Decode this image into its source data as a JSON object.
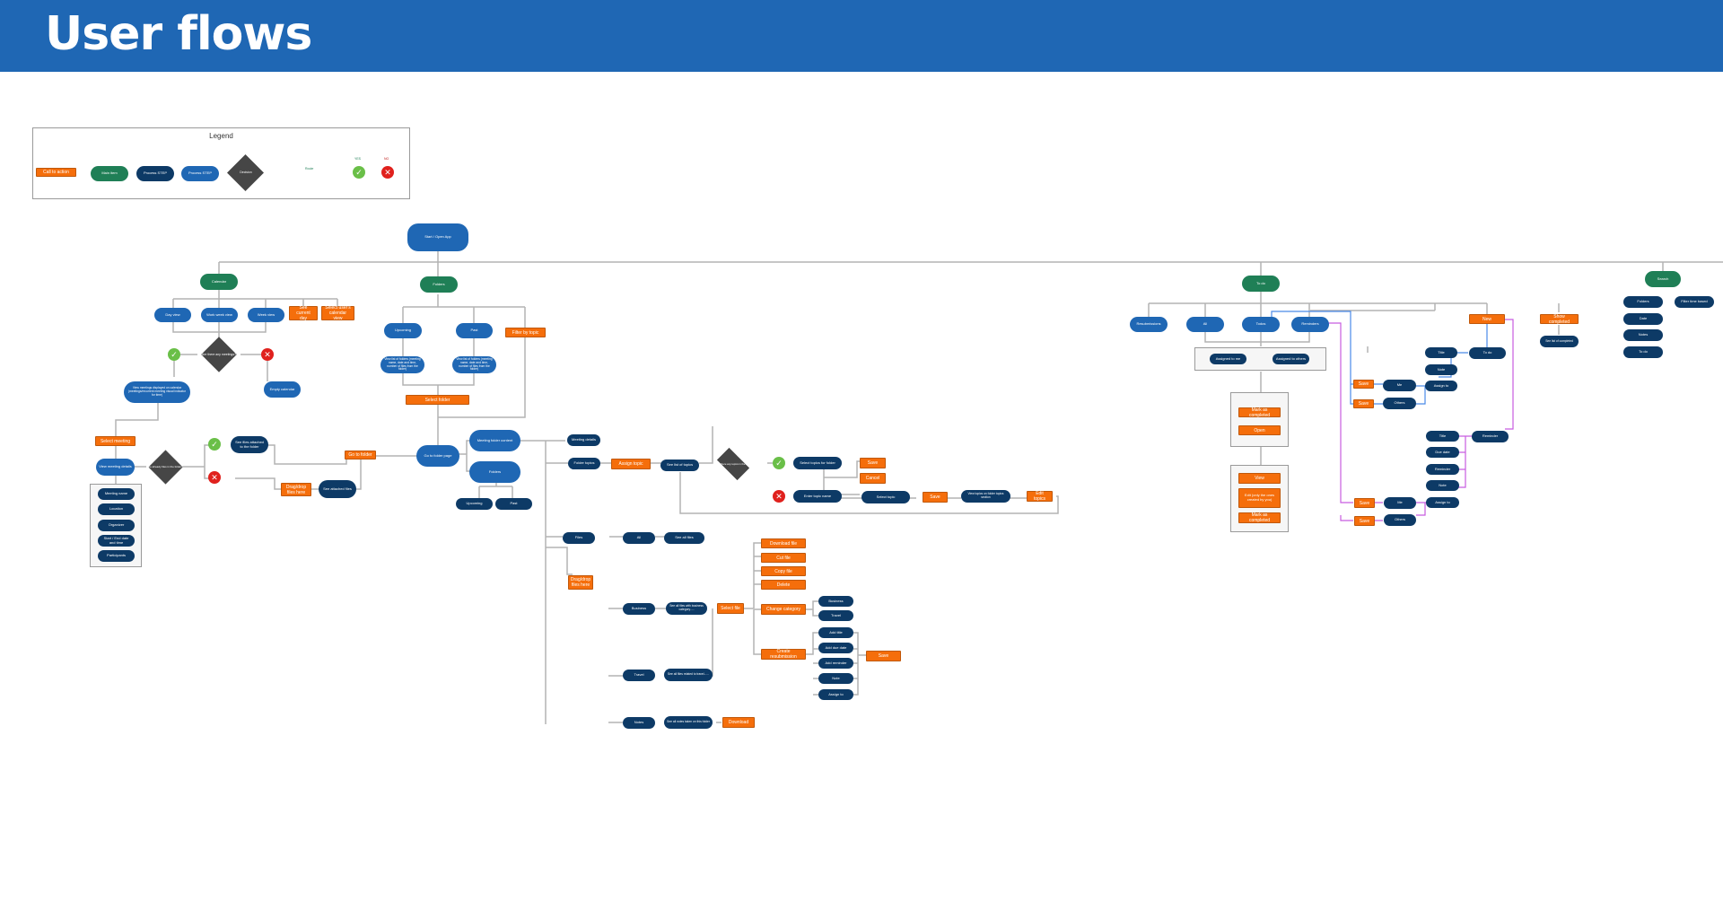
{
  "page": {
    "title": "User flows"
  },
  "colors": {
    "header": "#1f67b4",
    "main_item": "#1f7f56",
    "process_dark": "#0d3a66",
    "process_blue": "#1f67b4",
    "call_to_action": "#f56e0b",
    "decision": "#464646",
    "yes": "#6abf48",
    "no": "#e0211d"
  },
  "legend": {
    "title": "Legend",
    "call_to_action": "Call to action",
    "main_item": "Main item",
    "process_step_dark": "Process STEP",
    "process_step_blue": "Process STEP",
    "decision": "Decision",
    "route": "Route",
    "yes": "YES",
    "no": "NO"
  },
  "root": "Start / Open App",
  "calendar": {
    "title": "Calendar",
    "day_view": "Day view",
    "work_week_view": "Work week view",
    "week_view": "Week view",
    "see_current_day": "See current day",
    "select_calendar_view": "Select user's calendar view",
    "decision": "Are there any meetings?",
    "view_meetings": "View meetings displayed on calendar (meetings/recurrent meeting visual indicator for time)",
    "empty_calendar": "Empty calendar",
    "select_meeting": "Select meeting",
    "view_meeting_details": "View meeting details",
    "details": [
      "Meeting name",
      "Location",
      "Organizer",
      "Start / End date and time",
      "Participants"
    ],
    "files_decision": "Are already files in the folder?",
    "see_files_attached": "See files attached to the folder",
    "drag_drop": "Drag/drop files here",
    "see_attached": "See attached files",
    "go_to_folder": "Go to folder"
  },
  "folders": {
    "title": "Folders",
    "upcoming": "Upcoming",
    "past": "Past",
    "filter_by_topic": "Filter by topic",
    "list_upcoming": "View list of folders (meeting name, date and time, number of files from the folder)",
    "list_past": "View list of folders (meeting name, date and time, number of files from the folder)",
    "select_folder": "Select folder",
    "go_to_folder_page": "Go to folder page",
    "meeting_folder_content": "Meeting folder content",
    "folders_node": "Folders",
    "sub_upcoming": "Upcoming",
    "sub_past": "Past",
    "meeting_details": "Meeting details",
    "folder_topics": "Folder topics",
    "assign_topic": "Assign topic",
    "see_list_topics": "See list of topics",
    "topics_decision": "Are there any topics in the list?",
    "select_topics_for_folder": "Select topics for folder",
    "save": "Save",
    "cancel": "Cancel",
    "enter_topic_name": "Enter topic name",
    "select_topic": "Select topic",
    "save2": "Save",
    "view_topics_section": "View topics on folder topics section",
    "edit_topics": "Edit topics",
    "files": "Files",
    "files_drag_drop": "Drag/drop files here",
    "all": "All",
    "see_all_files": "See all files",
    "business": "Business",
    "see_business": "See all files with business category.....",
    "select_file": "Select file",
    "travel": "Travel",
    "see_travel": "See all files related to travel......",
    "notes": "Notes",
    "see_notes": "See all notes taken on this folder",
    "download": "Download",
    "file_actions": [
      "Download file",
      "Cut file",
      "Copy file",
      "Delete"
    ],
    "change_category": "Change category",
    "categories": [
      "Business",
      "Travel"
    ],
    "create_resubmission": "Create resubmission",
    "resubmission_fields": [
      "Add title",
      "Add due date",
      "Add reminder",
      "Note",
      "Assign to"
    ],
    "resubmission_save": "Save"
  },
  "todo": {
    "title": "To do",
    "tabs": [
      "Resubmissions",
      "All",
      "Todos",
      "Reminders"
    ],
    "assigned_to_me": "Assigned to me",
    "assigned_to_others": "Assigned to others",
    "box1": [
      "Mark as completed",
      "Open"
    ],
    "box2": [
      "View",
      "Edit (only the ones created by you)",
      "Mark as completed"
    ],
    "new": "New",
    "show_completed": "Show completed",
    "see_list_completed": "See list of completed",
    "to_do": "To do",
    "todo_fields": [
      "Title",
      "Note",
      "Assign to"
    ],
    "reminder": "Reminder",
    "reminder_fields": [
      "Title",
      "Due date",
      "Reminder",
      "Note",
      "Assign to"
    ],
    "me": "Me",
    "others": "Others",
    "save": "Save"
  },
  "search": {
    "title": "Search",
    "items": [
      "Folders",
      "Date",
      "Notes",
      "To do"
    ],
    "filter_time_based": "Filter time based"
  }
}
